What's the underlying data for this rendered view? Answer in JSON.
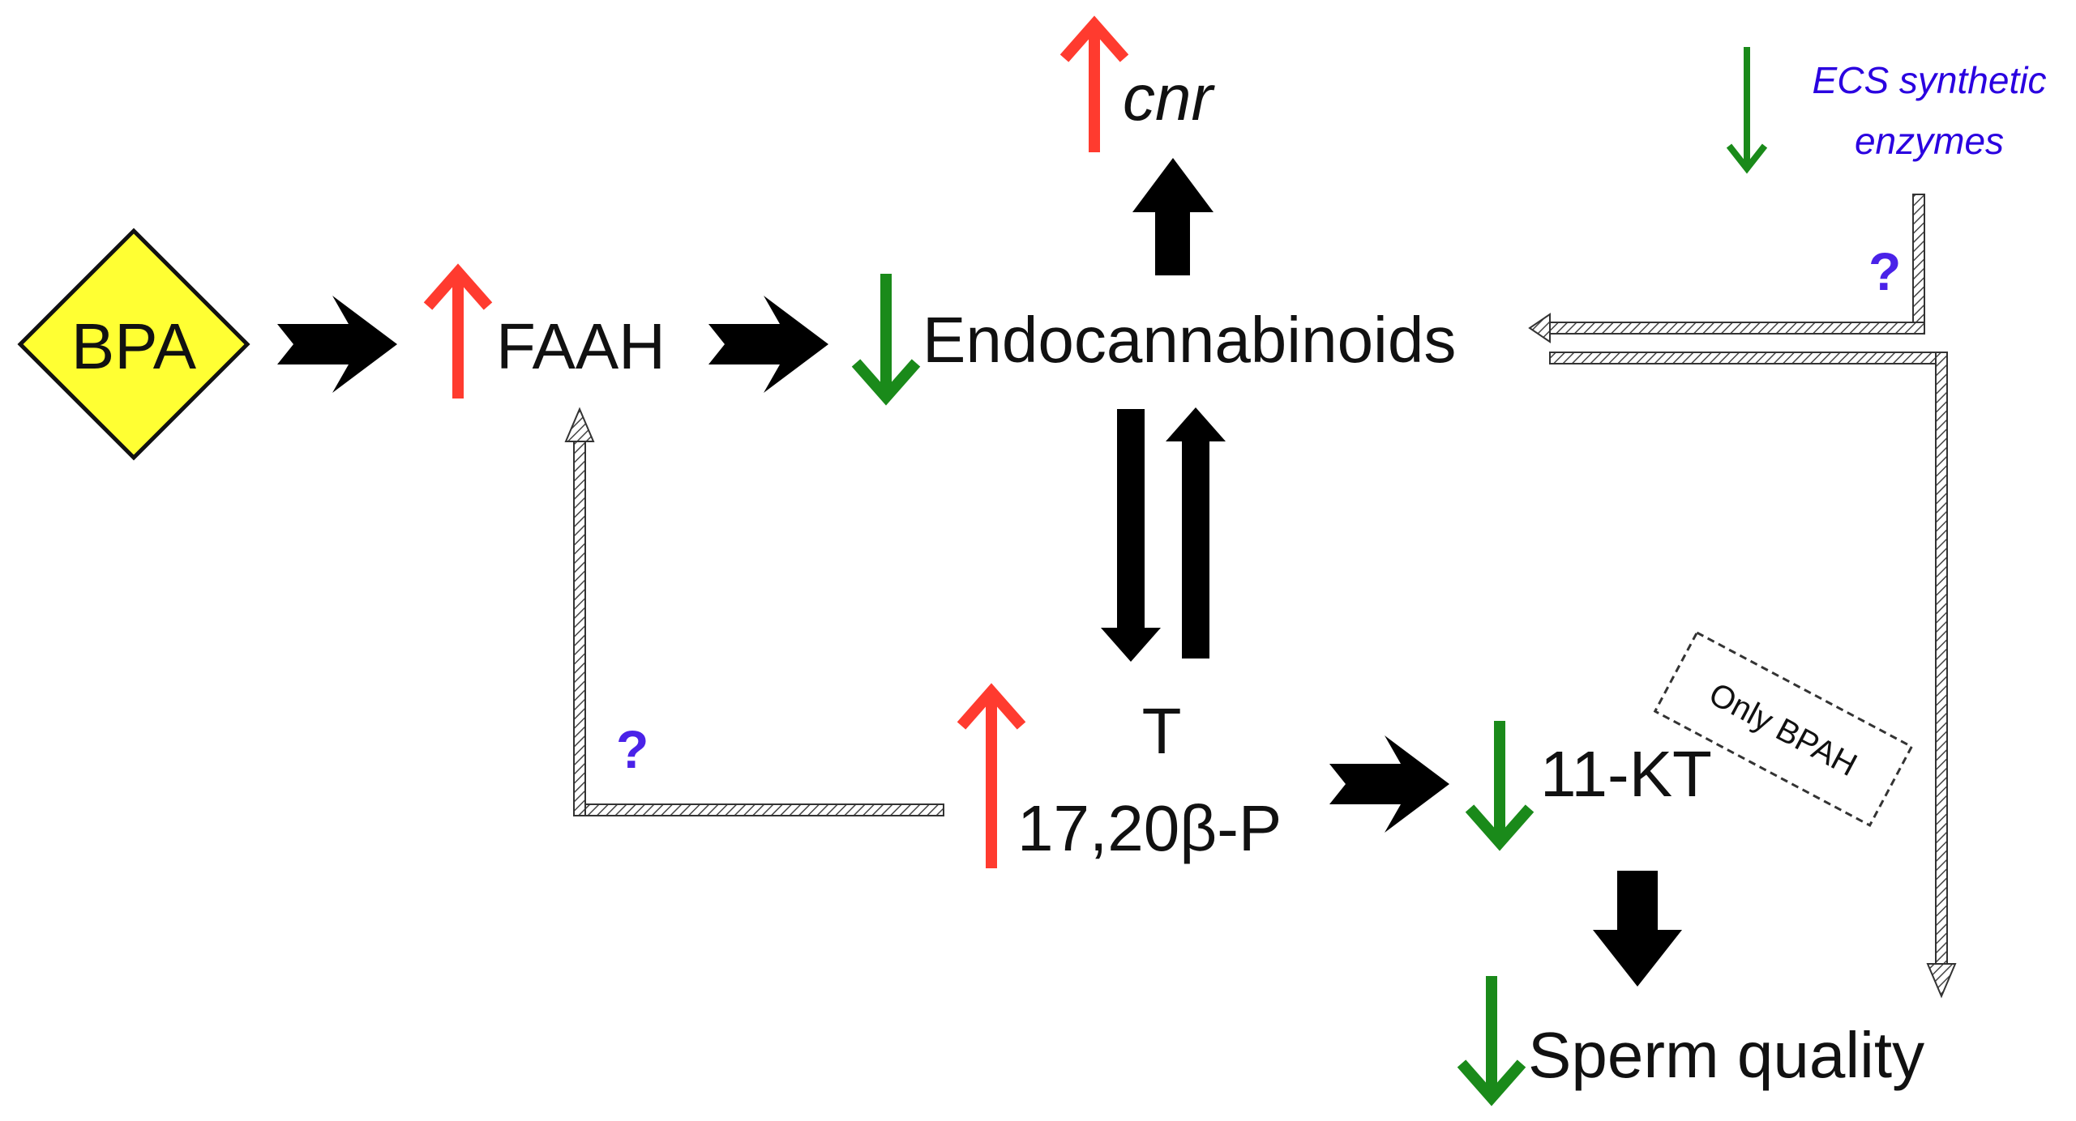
{
  "nodes": {
    "bpa": "BPA",
    "faah": "FAAH",
    "endocannabinoids": "Endocannabinoids",
    "cnr": "cnr",
    "ecs_line1": "ECS synthetic",
    "ecs_line2": "enzymes",
    "t": "T",
    "p1720": "17,20β-P",
    "kt11": "11-KT",
    "sperm": "Sperm quality",
    "only_bpah": "Only BPAH"
  },
  "question_marks": {
    "ecs_link": "?",
    "feedback_link": "?"
  },
  "colors": {
    "up_arrow": "#ff3b2f",
    "down_arrow": "#1a8a1a",
    "flow_arrow": "#000000",
    "diamond_fill": "#ffff33",
    "label_blue": "#2a00e0",
    "question": "#4a22e8"
  }
}
